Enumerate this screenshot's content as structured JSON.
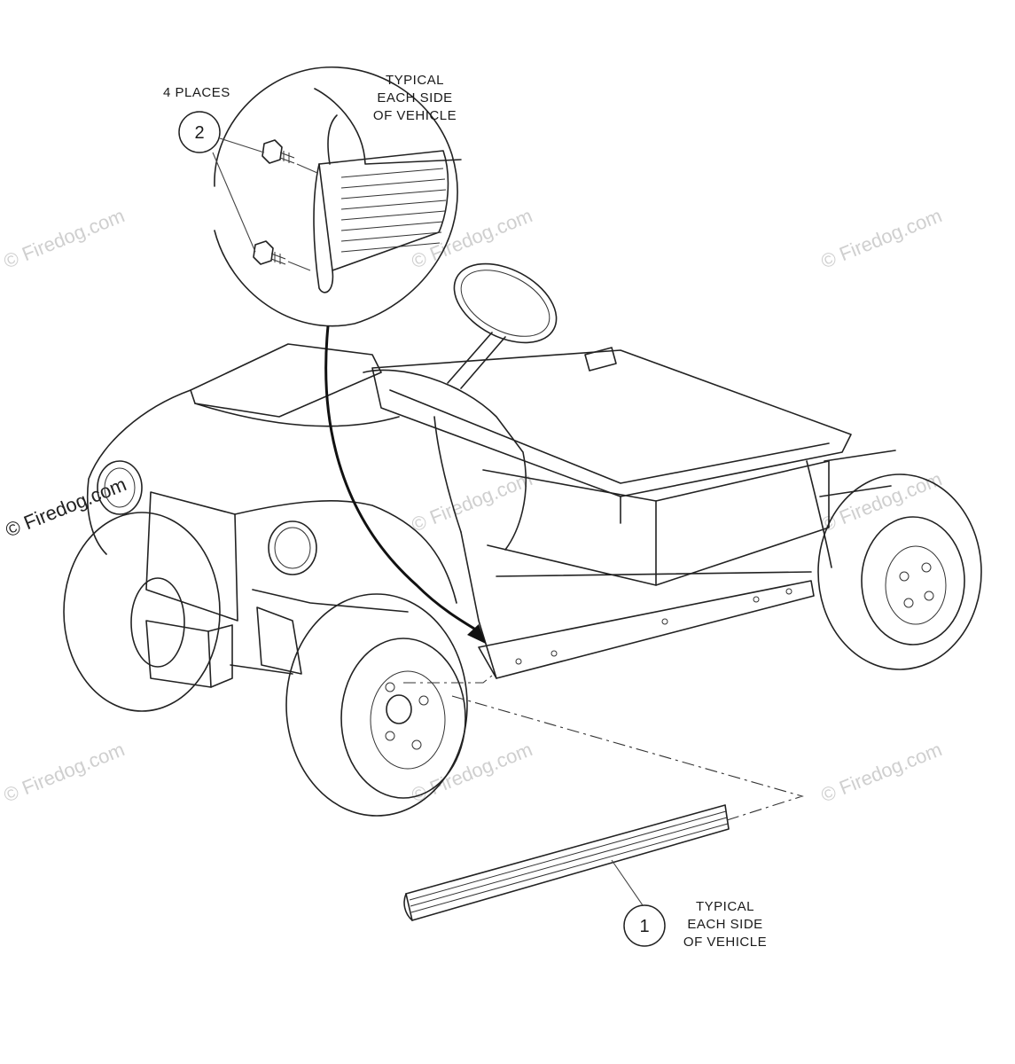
{
  "labels": {
    "places": "4 PLACES",
    "top_note": [
      "TYPICAL",
      "EACH SIDE",
      "OF VEHICLE"
    ],
    "bottom_note": [
      "TYPICAL",
      "EACH SIDE",
      "OF VEHICLE"
    ]
  },
  "callouts": {
    "screw": "2",
    "trim": "1"
  },
  "watermark": {
    "text": "© Firedog.com"
  }
}
